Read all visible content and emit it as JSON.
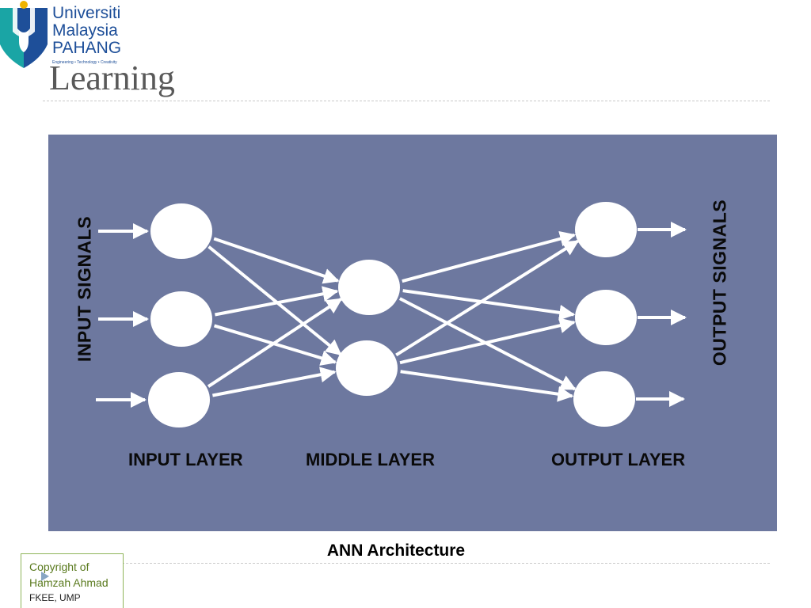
{
  "logo": {
    "lines": [
      "Universiti",
      "Malaysia",
      "PAHANG"
    ],
    "tagline": "Engineering • Technology • Creativity"
  },
  "slide": {
    "title": "Learning",
    "caption": "ANN Architecture"
  },
  "diagram": {
    "input_signals_label": "INPUT SIGNALS",
    "output_signals_label": "OUTPUT SIGNALS",
    "layers": [
      {
        "name": "INPUT LAYER",
        "node_count": 3
      },
      {
        "name": "MIDDLE LAYER",
        "node_count": 2
      },
      {
        "name": "OUTPUT LAYER",
        "node_count": 3
      }
    ],
    "connections": "fully connected",
    "colors": {
      "panel": "#6d789f",
      "nodes": "#ffffff",
      "arrows": "#ffffff",
      "labels": "#0a0a0a"
    }
  },
  "footer": {
    "copyright_line1": "Copyright of",
    "copyright_line2": "Hamzah Ahmad",
    "copyright_line3": "FKEE, UMP"
  }
}
